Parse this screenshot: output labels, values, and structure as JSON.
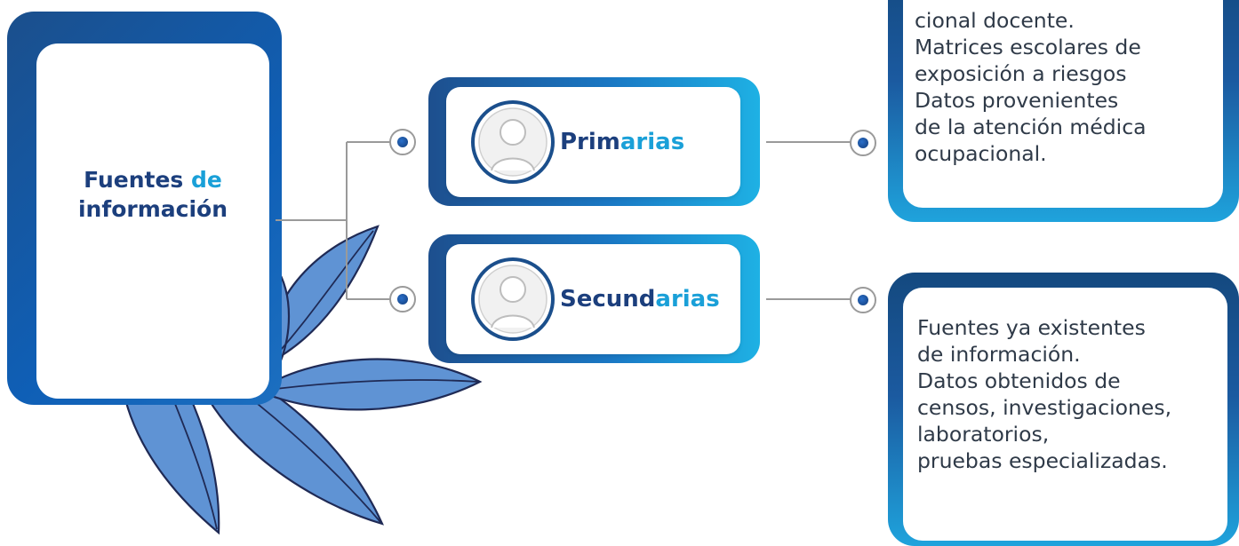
{
  "main": {
    "title_line1_a": "Fuentes",
    "title_line1_b": "de",
    "title_line2": "información"
  },
  "categories": [
    {
      "label_a": "Prim",
      "label_b": "arias"
    },
    {
      "label_a": "Secund",
      "label_b": "arias"
    }
  ],
  "primary_info": {
    "lines": [
      "cional docente.",
      "Matrices escolares de",
      "exposición a riesgos",
      "Datos provenientes",
      "de la atención médica",
      "ocupacional."
    ]
  },
  "secondary_info": {
    "lines": [
      "Fuentes ya existentes",
      "de información.",
      "Datos obtenidos de",
      "censos, investigaciones,",
      "laboratorios,",
      "pruebas especializadas."
    ]
  },
  "colors": {
    "navy": "#1c3f7d",
    "cyan": "#1aa0d8",
    "leaf": "#5b8fd0",
    "connector": "#9a9a9a"
  }
}
